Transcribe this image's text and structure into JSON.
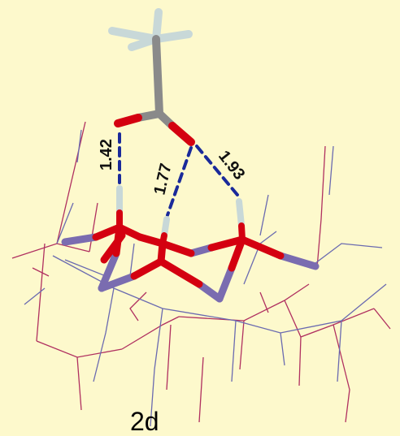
{
  "figure": {
    "panel_label": "2d",
    "hbond_distances": [
      "1.42",
      "1.77",
      "1.93"
    ]
  },
  "colors": {
    "background": "#fdf9cc",
    "oxygen": "#d40010",
    "metal": "#7a6cb0",
    "carbon": "#8a8a8a",
    "hydrogen": "#c8d8d8",
    "hbond": "#1a2a9a",
    "wire_o": "#b03060",
    "wire_m": "#6a6ab0"
  }
}
